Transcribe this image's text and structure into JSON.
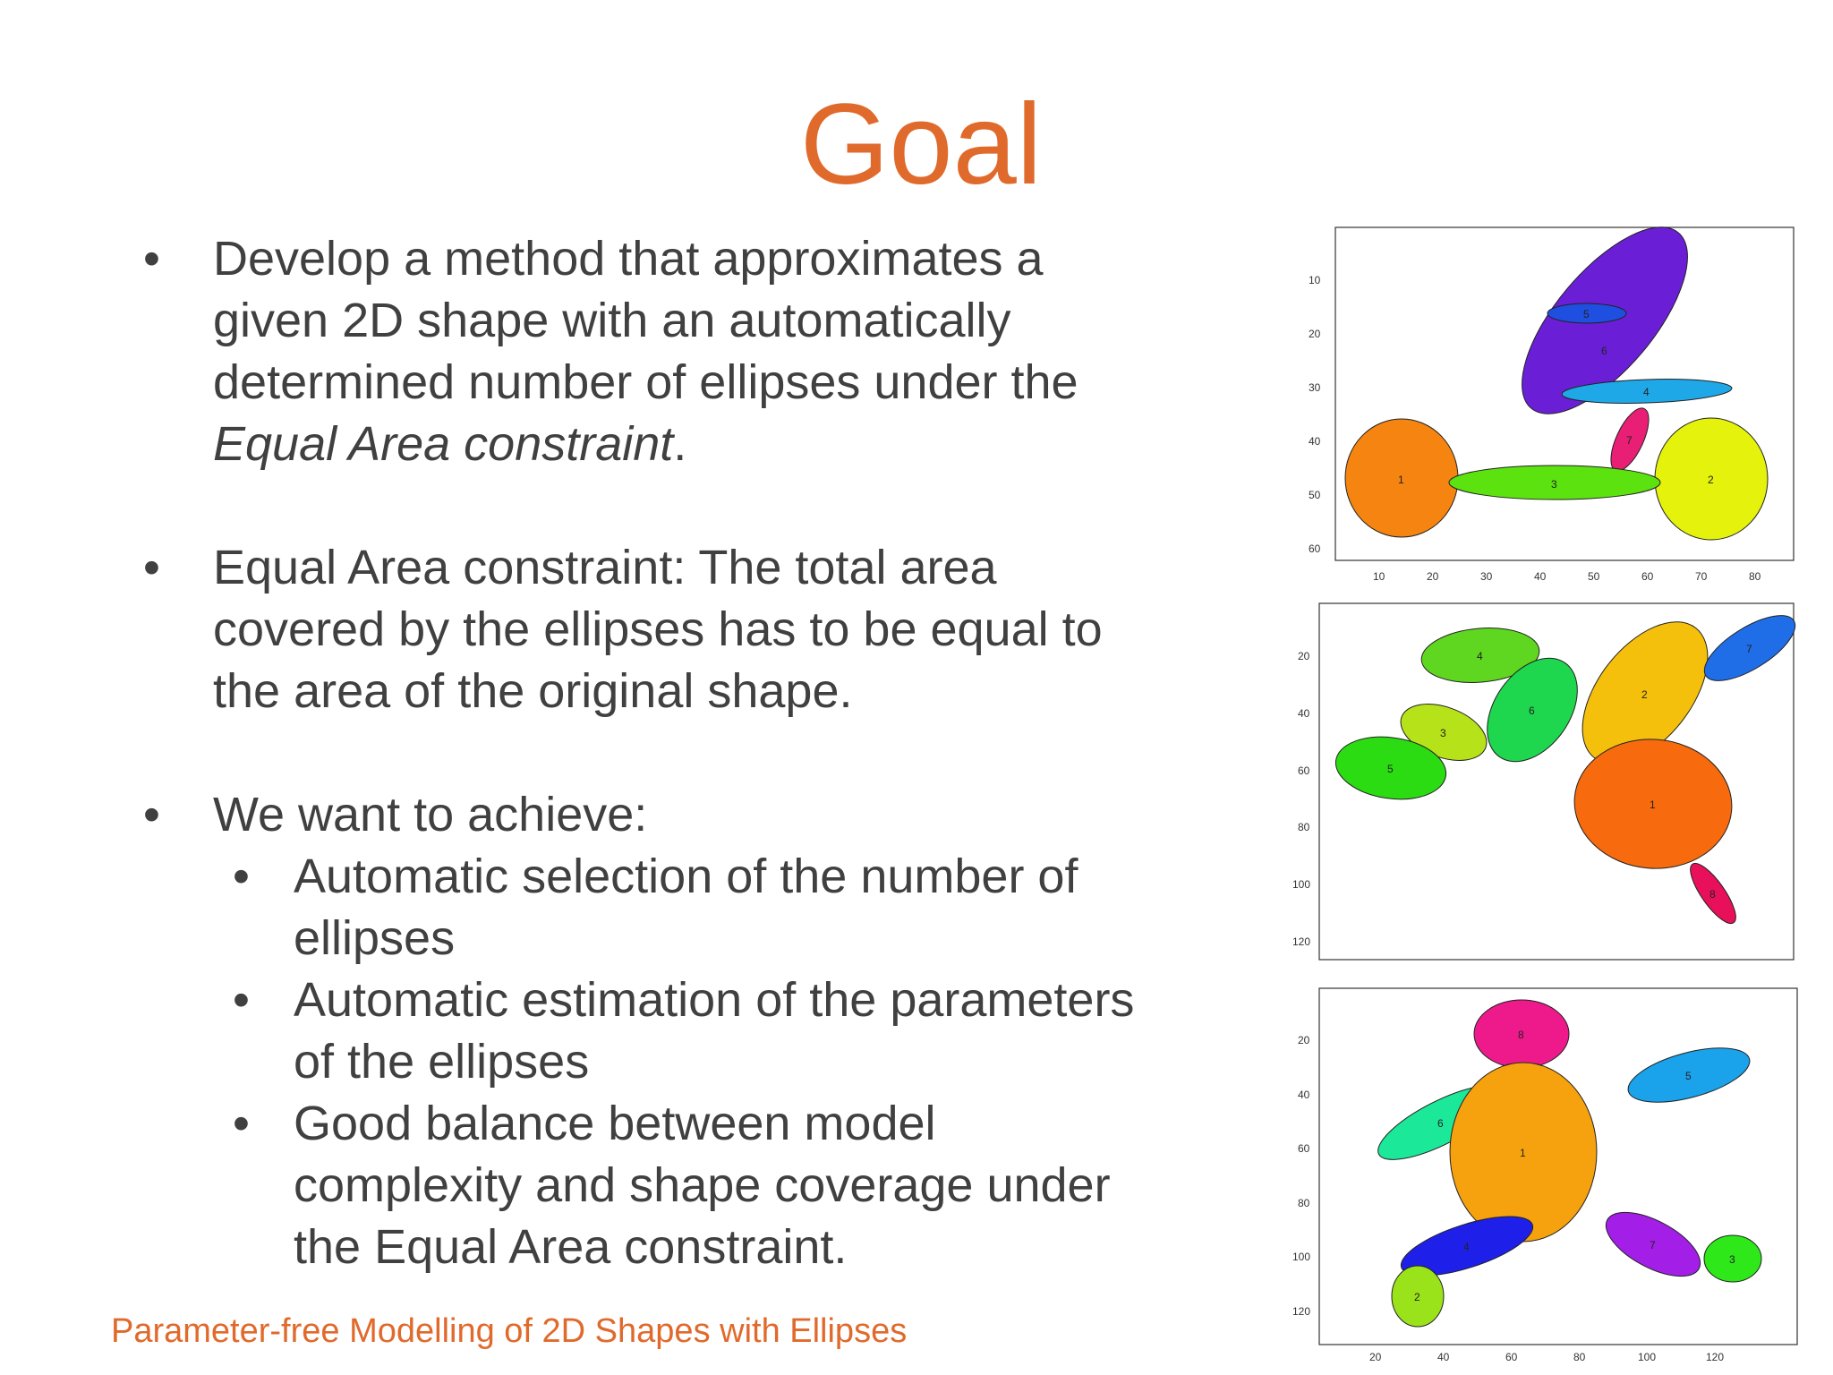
{
  "slide": {
    "title": "Goal",
    "bullets": [
      {
        "text": "Develop a method that approximates a given 2D shape with an automatically determined number of ellipses under the ",
        "em": "Equal Area constraint",
        "tail": "."
      },
      {
        "text": "Equal Area constraint: The total area covered by the ellipses has to be equal to the area of the original shape."
      },
      {
        "text": "We want to achieve:"
      }
    ],
    "line1": {
      "a": "Develop a method that approximates a",
      "b": "given 2D shape with an automatically",
      "c": "determined number of ellipses under the",
      "d_em": "Equal Area constraint",
      "d_tail": "."
    },
    "line2": {
      "a": "Equal Area constraint: The total area",
      "b": "covered by the ellipses has to be equal to",
      "c": "the area of the original shape."
    },
    "line3": {
      "a": "We want to achieve:"
    },
    "sub_bullets": [
      {
        "a": "Automatic selection of the number of",
        "b": "ellipses"
      },
      {
        "a": "Automatic estimation of the parameters",
        "b": "of the ellipses"
      },
      {
        "a": "Good balance between model",
        "b": "complexity and shape coverage under",
        "c": "the Equal Area constraint."
      }
    ],
    "bullet_glyph": "•",
    "footer": "Parameter-free Modelling of 2D Shapes with Ellipses"
  },
  "figures": [
    {
      "id": "bicycle",
      "x_ticks": [
        "10",
        "20",
        "30",
        "40",
        "50",
        "60",
        "70",
        "80"
      ],
      "y_ticks": [
        "10",
        "20",
        "30",
        "40",
        "50",
        "60"
      ],
      "ellipse_labels": [
        "1",
        "2",
        "3",
        "4",
        "5",
        "6",
        "7"
      ]
    },
    {
      "id": "animal",
      "x_ticks": [],
      "y_ticks": [
        "20",
        "40",
        "60",
        "80",
        "100",
        "120"
      ],
      "ellipse_labels": [
        "1",
        "2",
        "3",
        "4",
        "5",
        "6",
        "7",
        "8"
      ]
    },
    {
      "id": "figure",
      "x_ticks": [
        "20",
        "40",
        "60",
        "80",
        "100",
        "120"
      ],
      "y_ticks": [
        "20",
        "40",
        "60",
        "80",
        "100",
        "120"
      ],
      "ellipse_labels": [
        "1",
        "2",
        "3",
        "4",
        "5",
        "6",
        "7",
        "8"
      ]
    }
  ],
  "colors": {
    "title": "#e06a2c",
    "text": "#404040",
    "footer": "#e06a2c"
  }
}
